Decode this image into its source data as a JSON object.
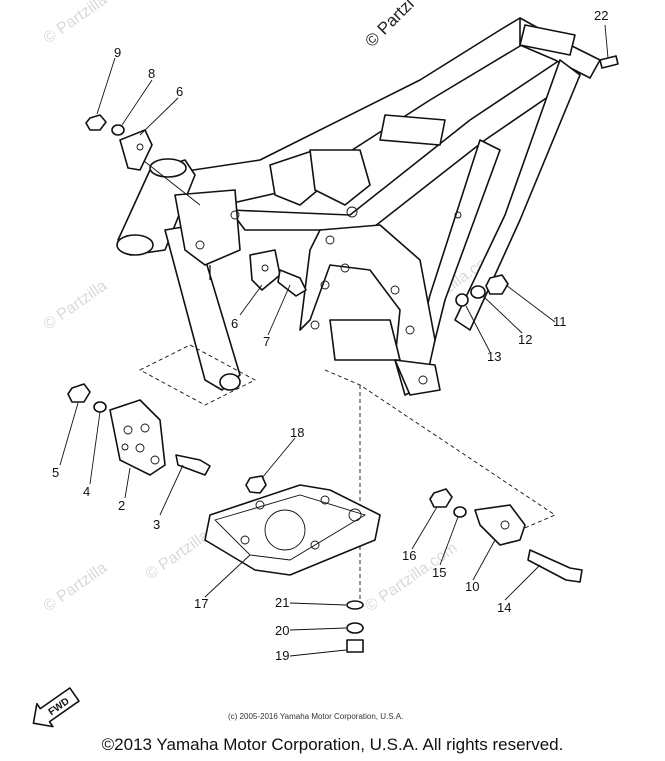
{
  "watermark": {
    "brand": "© Partzilla",
    "brand_short": "© Partzilla.com",
    "corner": "© Partzi"
  },
  "diagram": {
    "callouts": [
      "22",
      "9",
      "8",
      "6",
      "6",
      "7",
      "11",
      "12",
      "13",
      "18",
      "5",
      "4",
      "2",
      "3",
      "17",
      "21",
      "20",
      "19",
      "16",
      "15",
      "10",
      "14"
    ],
    "fwd_label": "FWD"
  },
  "footer": {
    "fine_print": "(c) 2005-2016 Yamaha Motor Corporation, U.S.A.",
    "copyright": "©2013 Yamaha Motor Corporation, U.S.A. All rights reserved."
  }
}
